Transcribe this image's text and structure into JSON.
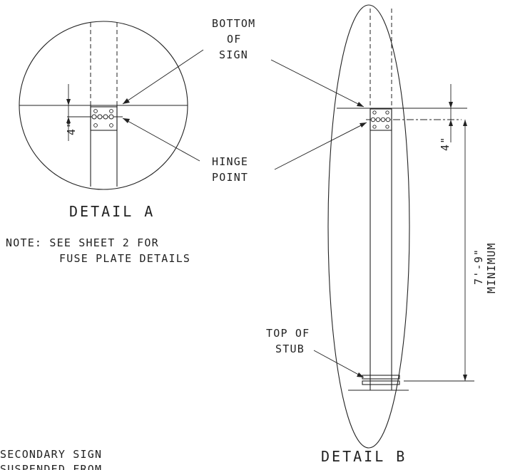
{
  "labels": {
    "bottom_of_sign": [
      "BOTTOM",
      "OF",
      "SIGN"
    ],
    "hinge_point": [
      "HINGE",
      "POINT"
    ],
    "top_of_stub": [
      "TOP OF",
      "STUB"
    ],
    "detail_a": "DETAIL A",
    "detail_b": "DETAIL B",
    "note": [
      "NOTE: SEE SHEET 2 FOR",
      "FUSE PLATE DETAILS"
    ],
    "dim_4in_a": "4\"",
    "dim_4in_b": "4\"",
    "dim_height": "7'-9\"",
    "dim_height_note": "MINIMUM",
    "secondary": [
      "SECONDARY SIGN",
      "SUSPENDED FROM"
    ]
  }
}
